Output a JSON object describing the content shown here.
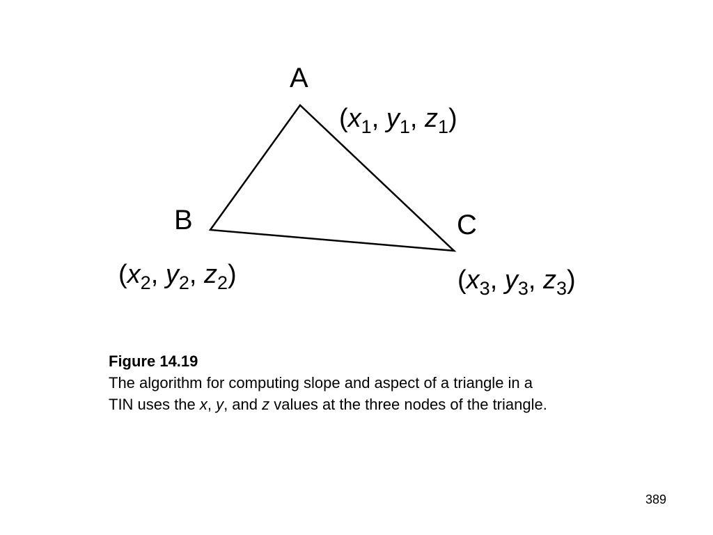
{
  "diagram": {
    "vertices": [
      {
        "id": "A",
        "label": "A",
        "x_var": "x",
        "y_var": "y",
        "z_var": "z",
        "index": "1"
      },
      {
        "id": "B",
        "label": "B",
        "x_var": "x",
        "y_var": "y",
        "z_var": "z",
        "index": "2"
      },
      {
        "id": "C",
        "label": "C",
        "x_var": "x",
        "y_var": "y",
        "z_var": "z",
        "index": "3"
      }
    ],
    "punct": {
      "open": "(",
      "sep": ", ",
      "close": ")"
    },
    "stroke_color": "#000000"
  },
  "caption": {
    "title": "Figure 14.19",
    "line1": "The algorithm for computing slope and aspect of a triangle in a",
    "line2_start": "TIN uses the ",
    "var_x": "x",
    "comma1": ", ",
    "var_y": "y",
    "and_text": ", and ",
    "var_z": "z",
    "line2_end": " values at the three nodes of the triangle."
  },
  "page_number": "389"
}
